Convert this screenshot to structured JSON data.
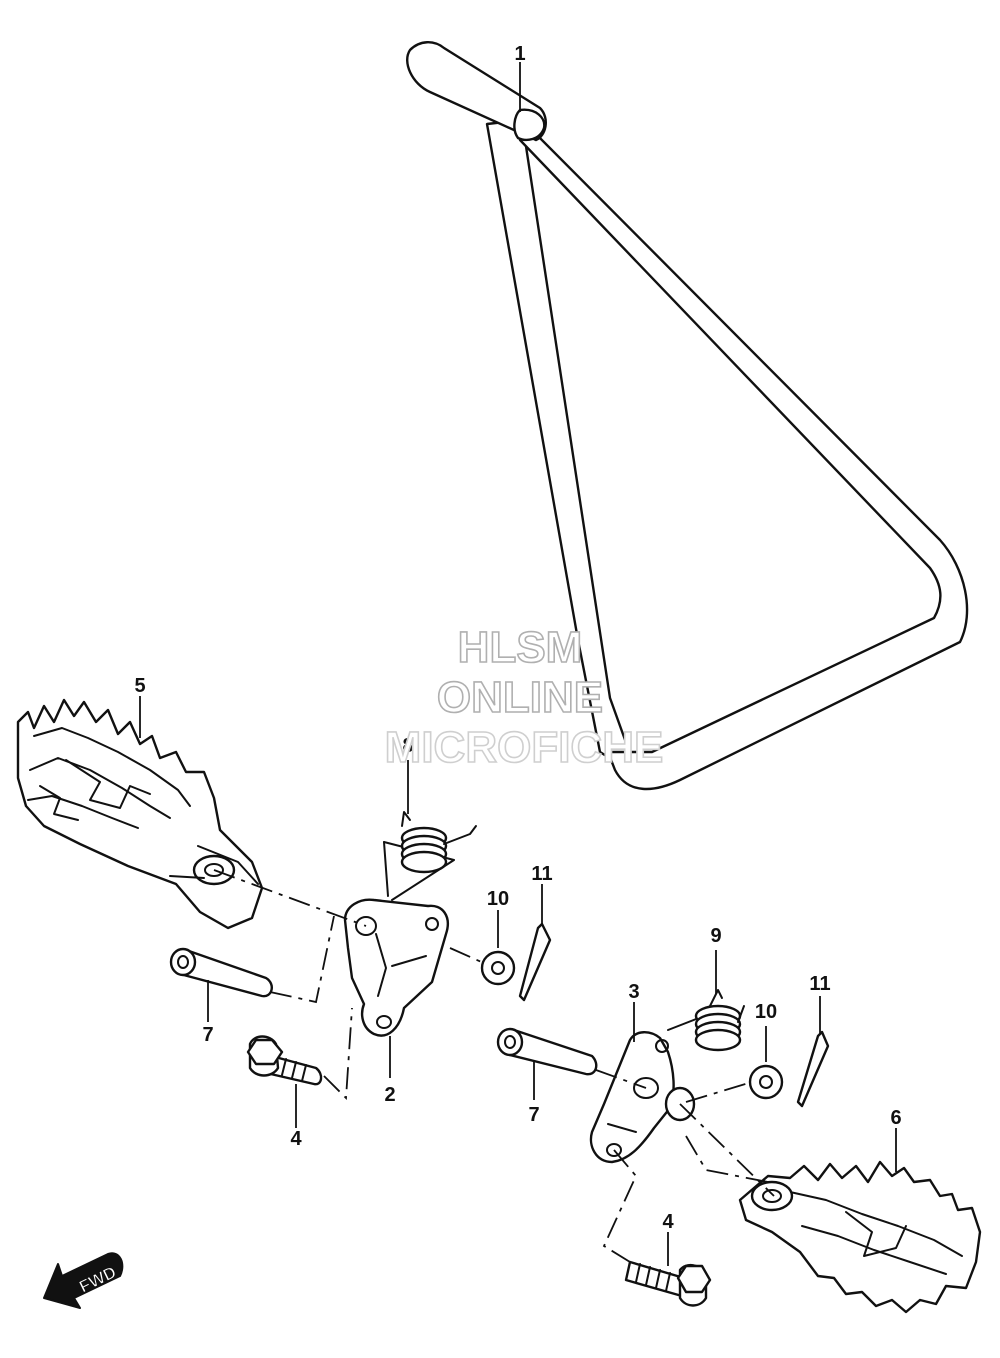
{
  "watermark": {
    "line1": "HLSM",
    "line2": "ONLINE",
    "line3": "MICROFICHE",
    "color": "#b0b0b0"
  },
  "direction_label": "FWD",
  "callouts": [
    {
      "id": "1",
      "label": "1"
    },
    {
      "id": "2",
      "label": "2"
    },
    {
      "id": "3",
      "label": "3"
    },
    {
      "id": "4a",
      "label": "4"
    },
    {
      "id": "4b",
      "label": "4"
    },
    {
      "id": "5",
      "label": "5"
    },
    {
      "id": "6",
      "label": "6"
    },
    {
      "id": "7a",
      "label": "7"
    },
    {
      "id": "7b",
      "label": "7"
    },
    {
      "id": "8",
      "label": "8"
    },
    {
      "id": "9",
      "label": "9"
    },
    {
      "id": "10a",
      "label": "10"
    },
    {
      "id": "10b",
      "label": "10"
    },
    {
      "id": "11a",
      "label": "11"
    },
    {
      "id": "11b",
      "label": "11"
    }
  ]
}
